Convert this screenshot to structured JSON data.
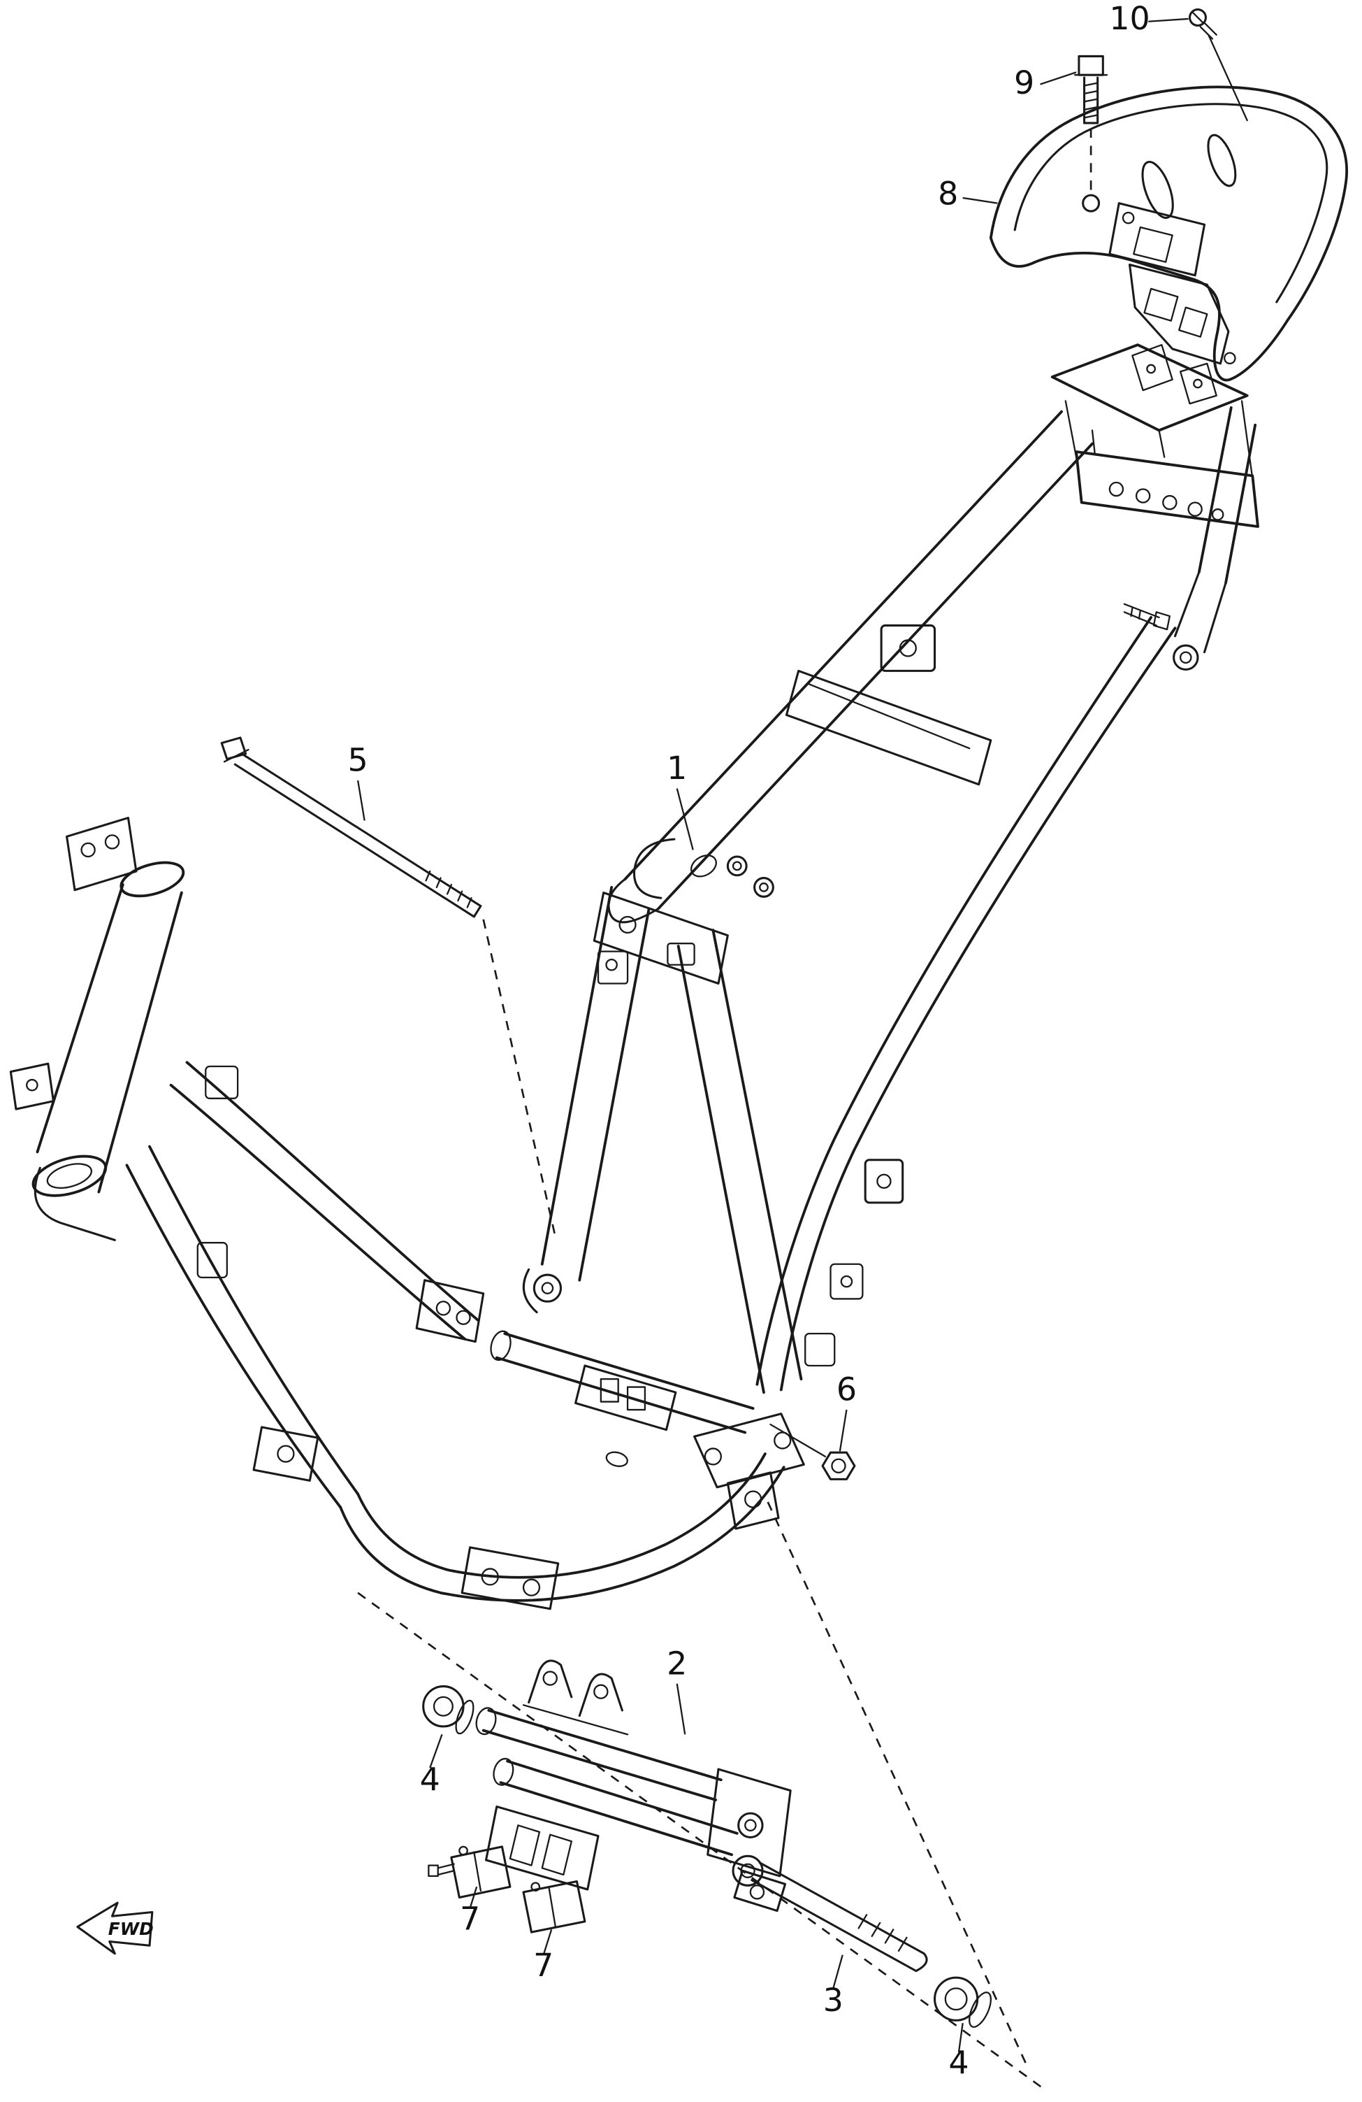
{
  "diagram": {
    "callouts": {
      "c1": "1",
      "c2": "2",
      "c3": "3",
      "c4_left": "4",
      "c4_right": "4",
      "c5": "5",
      "c6": "6",
      "c7_upper": "7",
      "c7_lower": "7",
      "c8": "8",
      "c9": "9",
      "c10": "10"
    },
    "fwd_marker": "FWD",
    "colors": {
      "line": "#1a1a1a",
      "background": "#ffffff",
      "text": "#111111"
    }
  }
}
